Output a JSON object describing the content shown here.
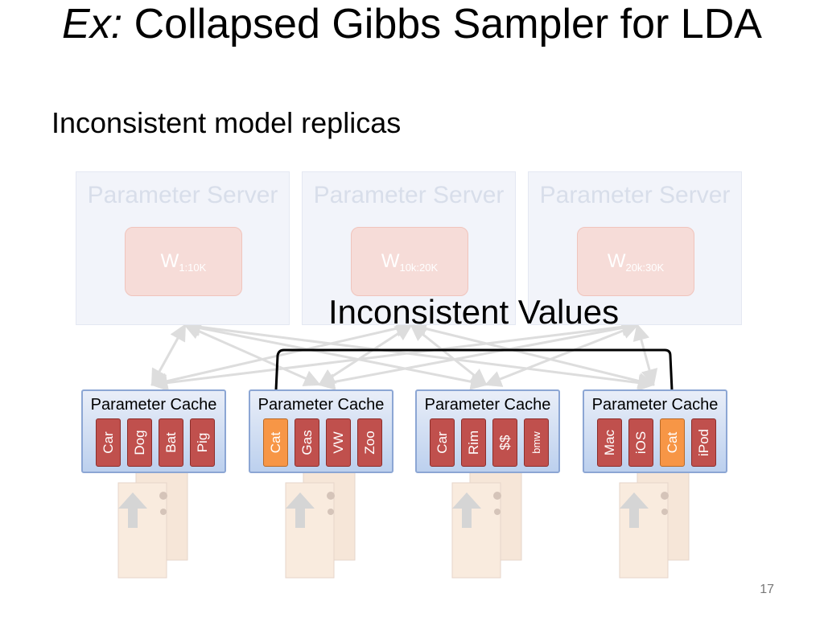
{
  "title": {
    "italic": "Ex:",
    "rest": "Collapsed Gibbs Sampler for LDA"
  },
  "subtitle": "Inconsistent model replicas",
  "servers": [
    {
      "label": "Parameter Server",
      "w": "W",
      "sub": "1:10K"
    },
    {
      "label": "Parameter Server",
      "w": "W",
      "sub": "10k:20K"
    },
    {
      "label": "Parameter Server",
      "w": "W",
      "sub": "20k:30K"
    }
  ],
  "workers": [
    {
      "label": "Parameter Cache",
      "tokens": [
        {
          "text": "Car",
          "hl": false
        },
        {
          "text": "Dog",
          "hl": false
        },
        {
          "text": "Bat",
          "hl": false
        },
        {
          "text": "Pig",
          "hl": false
        }
      ]
    },
    {
      "label": "Parameter Cache",
      "tokens": [
        {
          "text": "Cat",
          "hl": true
        },
        {
          "text": "Gas",
          "hl": false
        },
        {
          "text": "VW",
          "hl": false
        },
        {
          "text": "Zoo",
          "hl": false
        }
      ]
    },
    {
      "label": "Parameter Cache",
      "tokens": [
        {
          "text": "Car",
          "hl": false
        },
        {
          "text": "Rim",
          "hl": false
        },
        {
          "text": "$$",
          "hl": false
        },
        {
          "text": "bmw",
          "hl": false
        }
      ]
    },
    {
      "label": "Parameter Cache",
      "tokens": [
        {
          "text": "Mac",
          "hl": false
        },
        {
          "text": "iOS",
          "hl": false
        },
        {
          "text": "Cat",
          "hl": true
        },
        {
          "text": "iPod",
          "hl": false
        }
      ]
    }
  ],
  "mismatch_label": "Inconsistent Values",
  "slide_number": "17",
  "colors": {
    "token": "#c0504d",
    "token_highlight": "#f79646",
    "worker_border": "#8ca6d4"
  }
}
